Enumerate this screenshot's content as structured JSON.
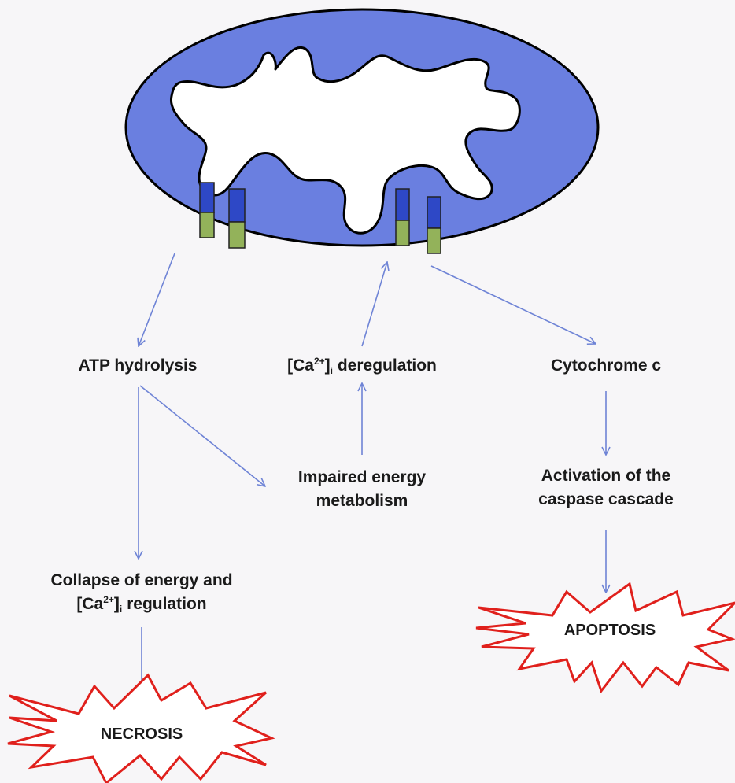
{
  "labels": {
    "atp": "ATP hydrolysis",
    "ca_open": "[Ca",
    "ca_sup": "2+",
    "ca_close": "]",
    "ca_sub": "i",
    "ca_dereg": "deregulation",
    "cytc": "Cytochrome c",
    "impaired_1": "Impaired energy",
    "impaired_2": "metabolism",
    "activation_1": "Activation of the",
    "activation_2": "caspase cascade",
    "collapse_1": "Collapse of energy and",
    "collapse_2": "regulation",
    "necrosis": "NECROSIS",
    "apoptosis": "APOPTOSIS"
  },
  "colors": {
    "mito_fill": "#6a7fe0",
    "mito_stroke": "#000000",
    "arrow": "#6f84d6",
    "burst_stroke": "#e0201c",
    "pore_top": "#2e48c6",
    "pore_bottom": "#93b25a"
  }
}
